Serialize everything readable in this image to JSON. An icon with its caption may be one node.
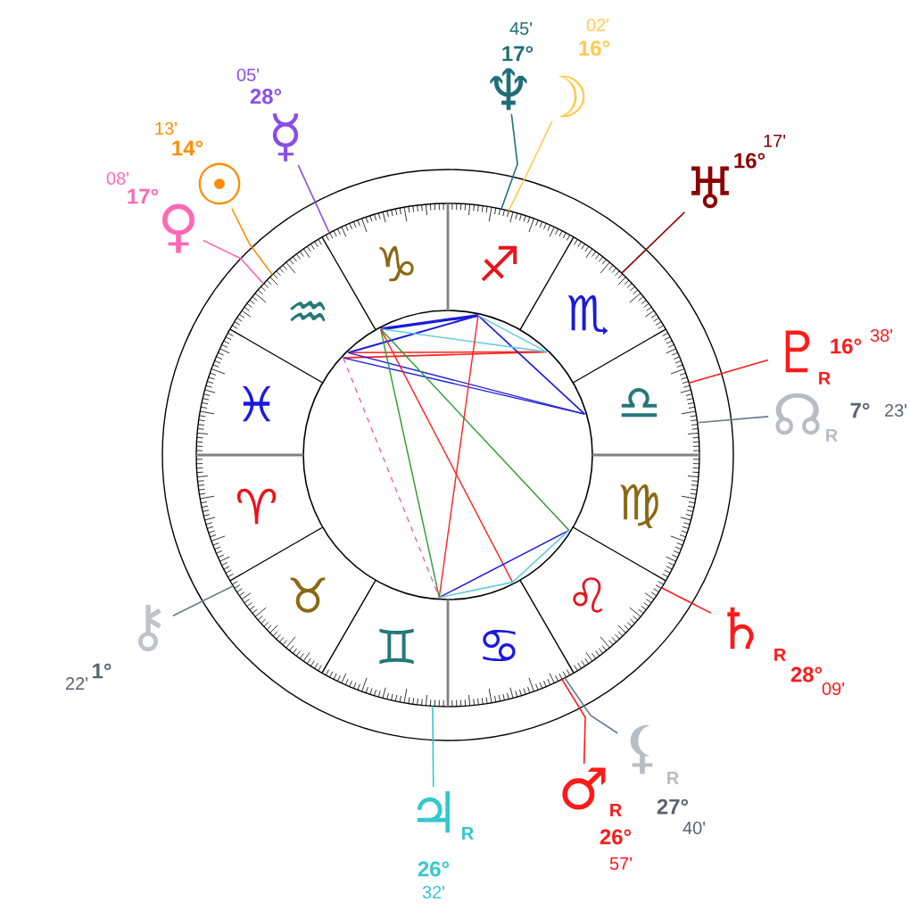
{
  "diagram": {
    "nodes": [
      {
        "text": [
          "♆"
        ],
        "beside": [
          "17°",
          "45'"
        ]
      },
      {
        "text": [
          "☽"
        ],
        "beside": [
          "16°",
          "02'"
        ]
      },
      {
        "text": [
          "☿"
        ],
        "beside": [
          "28°",
          "05'"
        ]
      },
      {
        "text": [
          "☉"
        ],
        "beside": [
          "14°",
          "13'"
        ]
      },
      {
        "text": [
          "♅"
        ],
        "beside": [
          "16°",
          "17'"
        ]
      },
      {
        "text": [
          "♀"
        ],
        "beside": [
          "17°",
          "08'"
        ]
      },
      {
        "text": [
          "♇"
        ],
        "beside": [
          "16°",
          "38'",
          "R"
        ]
      },
      {
        "text": [
          "☊"
        ],
        "beside": [
          "7°",
          "23'",
          "R"
        ]
      },
      {
        "text": [
          "⚷"
        ],
        "beside": [
          "1°",
          "22'"
        ]
      },
      {
        "text": [
          "♄"
        ],
        "beside": [
          "28°",
          "09'",
          "R"
        ]
      },
      {
        "text": [
          "⚸"
        ],
        "beside": [
          "27°",
          "40'",
          "R"
        ]
      },
      {
        "text": [
          "♂"
        ],
        "beside": [
          "26°",
          "57'",
          "R"
        ]
      },
      {
        "text": [
          "♃"
        ],
        "beside": [
          "26°",
          "32'",
          "R"
        ]
      }
    ],
    "edges": [
      {
        "from": 0,
        "to": null,
        "arrow": "none",
        "color": "#1f6f78"
      },
      {
        "from": 1,
        "to": null,
        "arrow": "none",
        "color": "#ffc94a"
      },
      {
        "from": 2,
        "to": null,
        "arrow": "none",
        "color": "#8a4de8"
      },
      {
        "from": 3,
        "to": null,
        "arrow": "none",
        "color": "#ff8c00"
      },
      {
        "from": 4,
        "to": null,
        "arrow": "none",
        "color": "#8b0000"
      },
      {
        "from": 5,
        "to": null,
        "arrow": "none",
        "color": "#ff69b4"
      },
      {
        "from": 6,
        "to": null,
        "arrow": "none",
        "color": "#ff1a1a"
      },
      {
        "from": 7,
        "to": null,
        "arrow": "none",
        "color": "#6a7890"
      },
      {
        "from": 8,
        "to": null,
        "arrow": "none",
        "color": "#6a7890"
      },
      {
        "from": 9,
        "to": null,
        "arrow": "none",
        "color": "#ff1a1a"
      },
      {
        "from": 10,
        "to": null,
        "arrow": "none",
        "color": "#6a7890"
      },
      {
        "from": 11,
        "to": null,
        "arrow": "none",
        "color": "#ff1a1a"
      },
      {
        "from": 12,
        "to": null,
        "arrow": "none",
        "color": "#33c8cc"
      }
    ],
    "labels": [
      "♑",
      "♐",
      "♒",
      "♏",
      "♓",
      "♎",
      "♈",
      "♍",
      "♉",
      "♌",
      "♊",
      "♋"
    ]
  }
}
